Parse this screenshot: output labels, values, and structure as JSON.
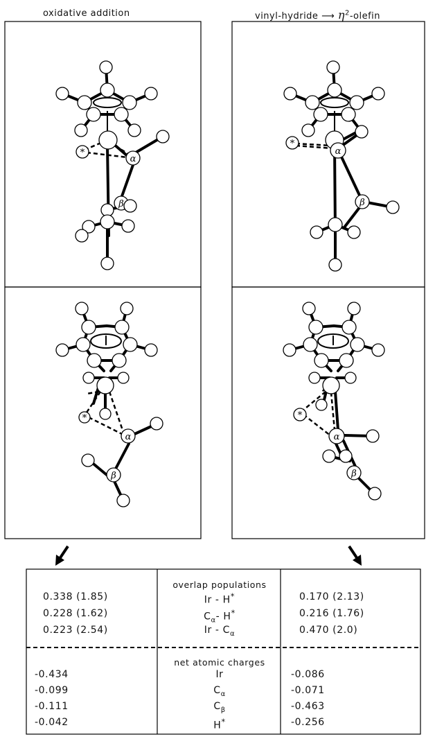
{
  "headings": {
    "left": "oxidative addition",
    "right_prefix": "vinyl-hydride",
    "right_eta": "η",
    "right_sup": "2",
    "right_suffix": "-olefin"
  },
  "atom_labels": {
    "alpha": "α",
    "beta": "β",
    "hydride": "*"
  },
  "table": {
    "section1_title": "overlap populations",
    "section2_title": "net atomic charges",
    "overlap_rows": [
      {
        "left": "0.338  (1.85)",
        "label": "Ir - H*",
        "right": "0.170  (2.13)"
      },
      {
        "left": "0.228  (1.62)",
        "label": "Cα- H*",
        "right": "0.216  (1.76)"
      },
      {
        "left": "0.223  (2.54)",
        "label": "Ir - Cα",
        "right": "0.470  (2.0)"
      }
    ],
    "charge_rows": [
      {
        "left": "-0.434",
        "label": "Ir",
        "right": "-0.086"
      },
      {
        "left": "-0.099",
        "label": "Cα",
        "right": "-0.071"
      },
      {
        "left": "-0.111",
        "label": "Cβ",
        "right": "-0.463"
      },
      {
        "left": "-0.042",
        "label": "H*",
        "right": "-0.256"
      }
    ]
  }
}
